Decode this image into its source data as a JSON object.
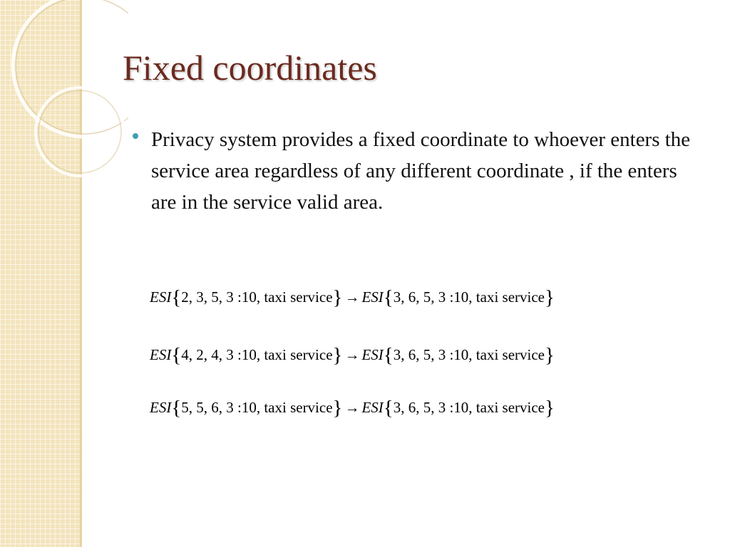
{
  "title": "Fixed coordinates",
  "bullet": "Privacy system provides a fixed coordinate to whoever enters the service area regardless of any different coordinate , if the enters are in the service valid area.",
  "formulas": [
    {
      "esi_label": "ESI",
      "lhs": "2, 3, 5, 3 :10, taxi service",
      "arrow": "→",
      "rhs": "3, 6, 5, 3 :10, taxi service"
    },
    {
      "esi_label": "ESI",
      "lhs": "4, 2, 4, 3 :10, taxi service",
      "arrow": "→",
      "rhs": "3, 6, 5, 3 :10, taxi service"
    },
    {
      "esi_label": "ESI",
      "lhs": "5, 5, 6, 3 :10, taxi service",
      "arrow": "→",
      "rhs": "3, 6, 5, 3 :10, taxi service"
    }
  ],
  "colors": {
    "title": "#6b2a1f",
    "bullet": "#3d9fb4",
    "sidebar": "#f3e4bd"
  }
}
